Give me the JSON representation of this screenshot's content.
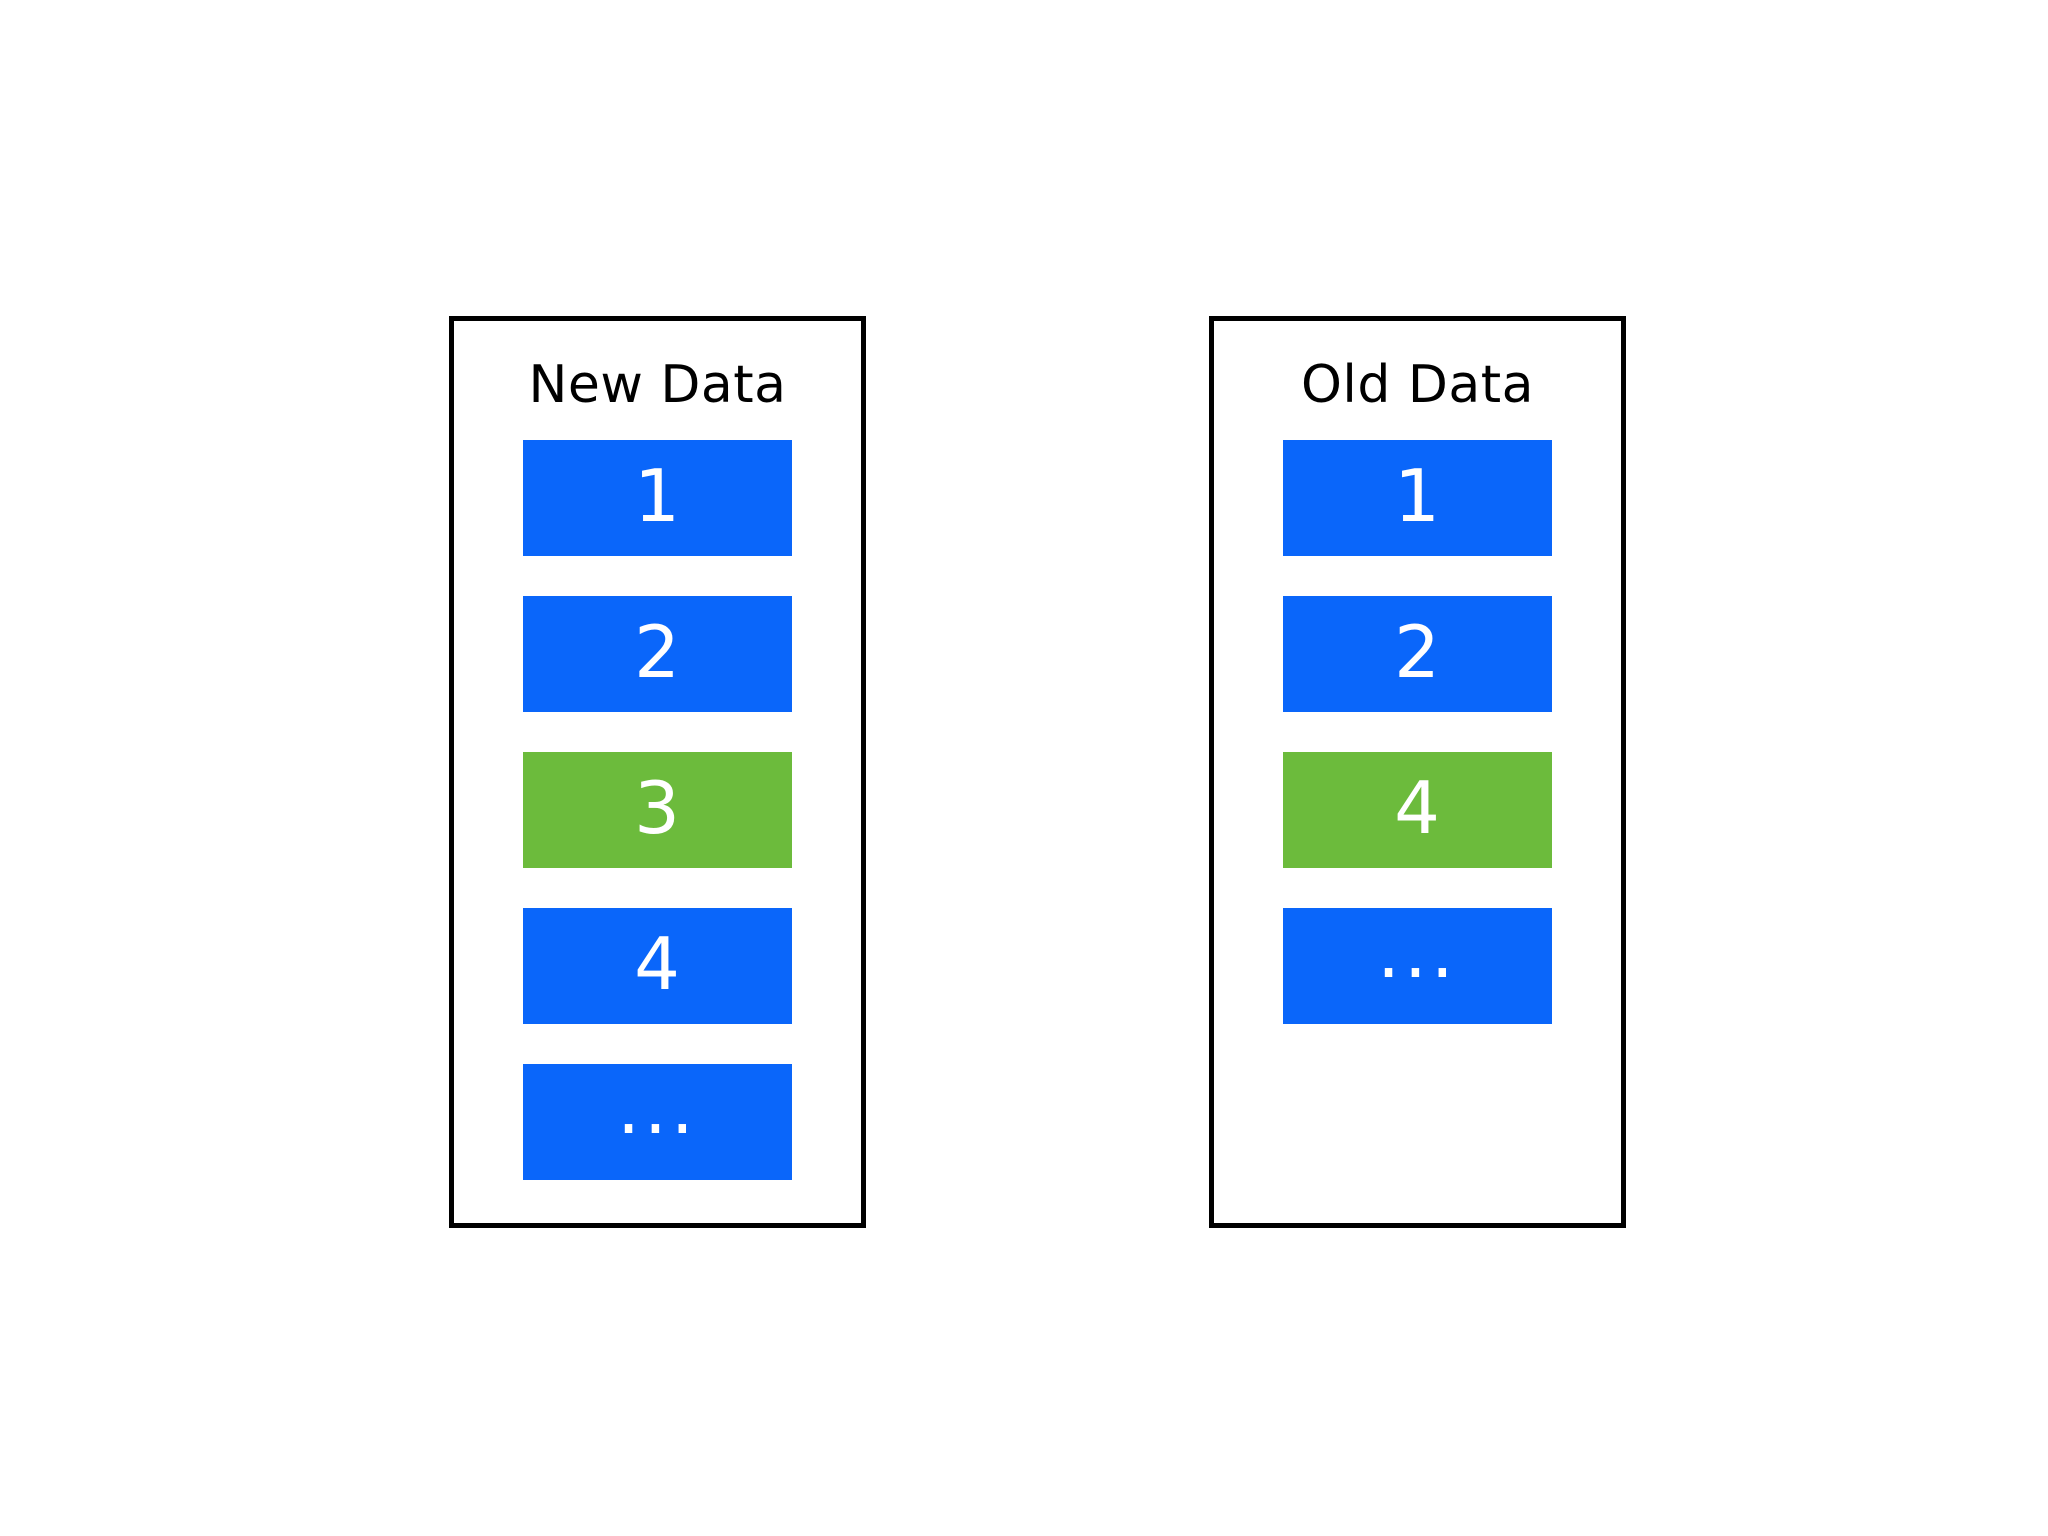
{
  "diagram": {
    "background_color": "#ffffff",
    "panels": [
      {
        "id": "new-data",
        "title": "New Data",
        "blocks": [
          {
            "label": "1",
            "color": "#0a66fa",
            "state": "normal"
          },
          {
            "label": "2",
            "color": "#0a66fa",
            "state": "normal"
          },
          {
            "label": "3",
            "color": "#6cbb3c",
            "state": "highlighted"
          },
          {
            "label": "4",
            "color": "#0a66fa",
            "state": "normal"
          },
          {
            "label": "...",
            "color": "#0a66fa",
            "state": "normal"
          }
        ]
      },
      {
        "id": "old-data",
        "title": "Old Data",
        "blocks": [
          {
            "label": "1",
            "color": "#0a66fa",
            "state": "normal"
          },
          {
            "label": "2",
            "color": "#0a66fa",
            "state": "normal"
          },
          {
            "label": "4",
            "color": "#6cbb3c",
            "state": "highlighted"
          },
          {
            "label": "...",
            "color": "#0a66fa",
            "state": "normal"
          }
        ]
      }
    ],
    "colors": {
      "block_blue": "#0a66fa",
      "block_green": "#6cbb3c",
      "panel_border": "#000000",
      "title_text": "#000000",
      "block_text": "#ffffff"
    }
  }
}
